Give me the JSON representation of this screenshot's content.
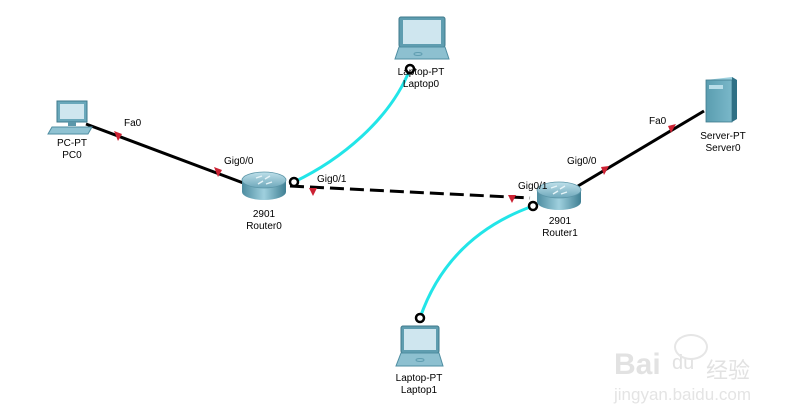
{
  "devices": {
    "pc0": {
      "model": "PC-PT",
      "name": "PC0"
    },
    "laptop0": {
      "model": "Laptop-PT",
      "name": "Laptop0"
    },
    "router0": {
      "model": "2901",
      "name": "Router0"
    },
    "router1": {
      "model": "2901",
      "name": "Router1"
    },
    "server0": {
      "model": "Server-PT",
      "name": "Server0"
    },
    "laptop1": {
      "model": "Laptop-PT",
      "name": "Laptop1"
    }
  },
  "links": [
    {
      "from": "PC0",
      "from_port": "Fa0",
      "to": "Router0",
      "to_port": "Gig0/0",
      "type": "copper-straight",
      "color": "#000000",
      "status_color": "#cc2233"
    },
    {
      "from": "Router0",
      "from_port": "Gig0/1",
      "to": "Router1",
      "to_port": "Gig0/1",
      "type": "copper-cross",
      "color": "#000000",
      "status_color": "#cc2233"
    },
    {
      "from": "Router1",
      "from_port": "Gig0/0",
      "to": "Server0",
      "to_port": "Fa0",
      "type": "copper-straight",
      "color": "#000000",
      "status_color": "#cc2233"
    },
    {
      "from": "Router0",
      "to": "Laptop0",
      "type": "console",
      "color": "#22e5e8"
    },
    {
      "from": "Router1",
      "to": "Laptop1",
      "type": "console",
      "color": "#22e5e8"
    }
  ],
  "ports": {
    "pc0_fa0": "Fa0",
    "r0_gig00": "Gig0/0",
    "r0_gig01": "Gig0/1",
    "r1_gig01": "Gig0/1",
    "r1_gig00": "Gig0/0",
    "srv_fa0": "Fa0"
  },
  "watermark": {
    "brand": "Bai",
    "brand2": "du",
    "cn": "经验",
    "url": "jingyan.baidu.com"
  }
}
